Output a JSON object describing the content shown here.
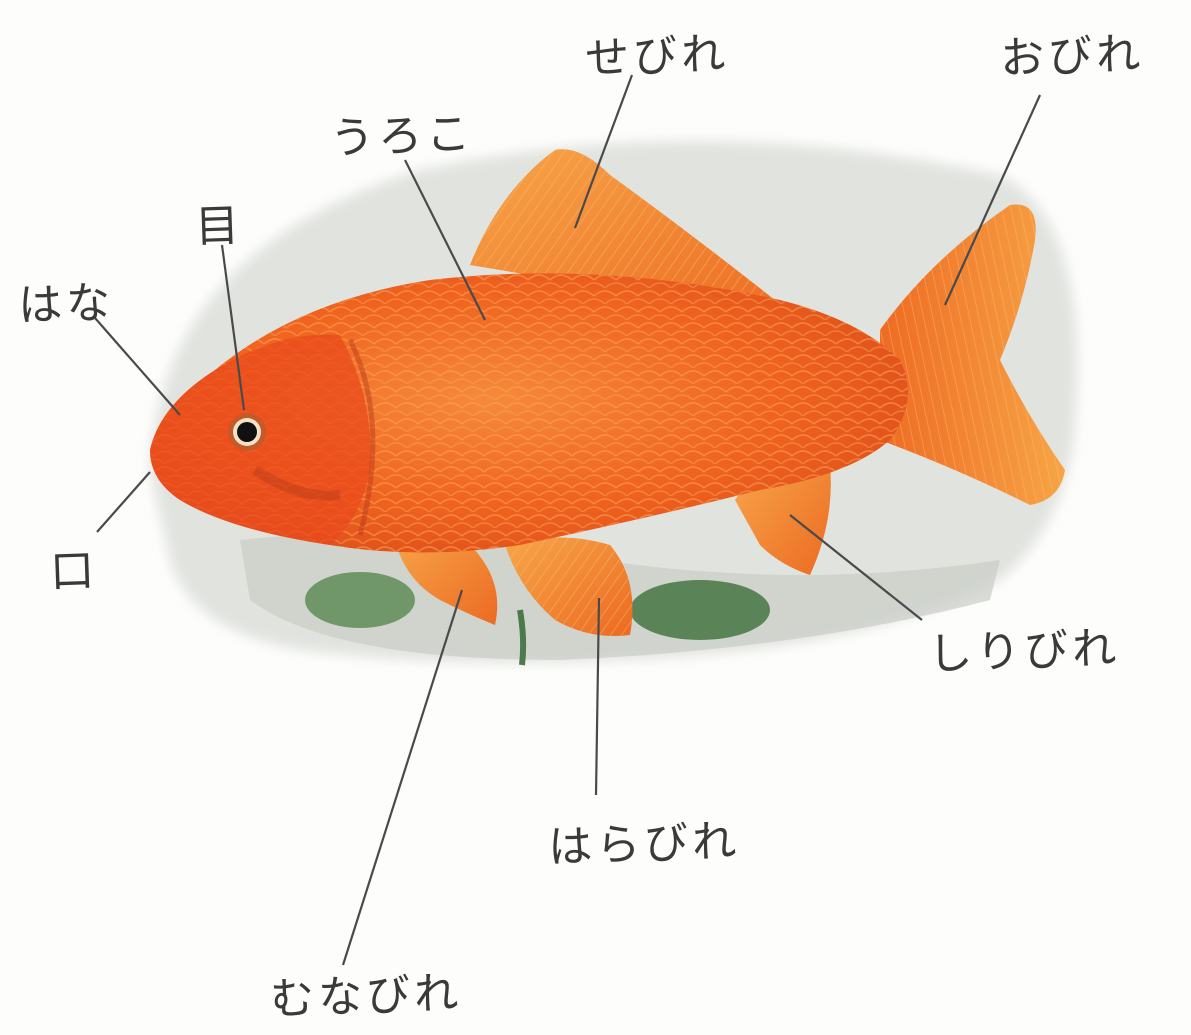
{
  "labels": {
    "sebire": "せびれ",
    "obire": "おびれ",
    "uroko": "うろこ",
    "me": "目",
    "hana": "はな",
    "kuchi": "口",
    "shiribire": "しりびれ",
    "harabire": "はらびれ",
    "munabire": "むなびれ"
  },
  "colors": {
    "fish_body": "#f0621e",
    "fish_fin": "#f59a3a",
    "fish_head": "#ea4a1c",
    "water": "#d9dcd6",
    "plant": "#4d7a4a",
    "leader_line": "#4a4a4a",
    "text": "#3a3a3a"
  }
}
